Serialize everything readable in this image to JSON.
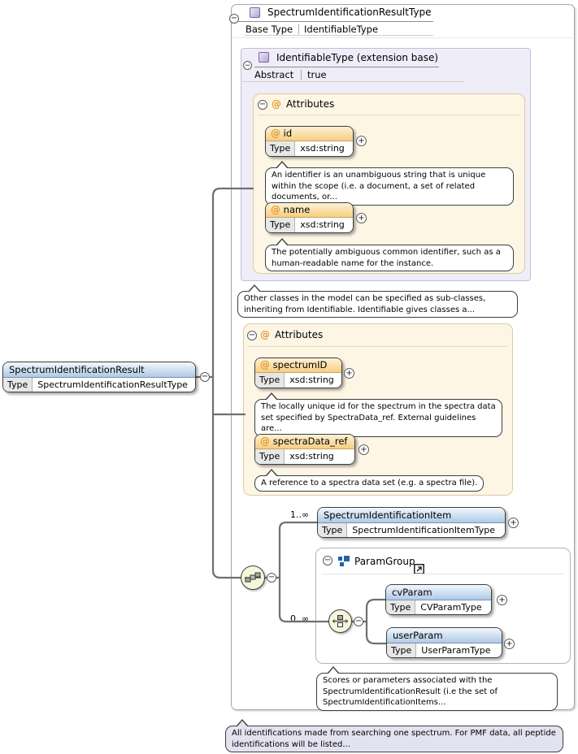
{
  "icons": {
    "collapse_glyph": "−",
    "expand_glyph": "+",
    "at_glyph": "@",
    "external_link_glyph": "↗"
  },
  "root_element": {
    "name": "SpectrumIdentificationResult",
    "type_label": "Type",
    "type_value": "SpectrumIdentificationResultType"
  },
  "result_type_box": {
    "title": "SpectrumIdentificationResultType",
    "meta_label": "Base Type",
    "meta_value": "IdentifiableType",
    "doc": "All identifications made from searching one spectrum. For PMF data, all peptide identifications will be listed..."
  },
  "identifiable_box": {
    "title": "IdentifiableType (extension base)",
    "meta_label": "Abstract",
    "meta_value": "true",
    "doc": "Other classes in the model can be specified as sub-classes, inheriting from Identifiable. Identifiable gives classes a...",
    "attributes_section": {
      "title": "Attributes",
      "attributes": [
        {
          "name": "id",
          "type_label": "Type",
          "type_value": "xsd:string",
          "doc": "An identifier is an unambiguous string that is unique within the scope (i.e. a document, a set of related documents, or..."
        },
        {
          "name": "name",
          "type_label": "Type",
          "type_value": "xsd:string",
          "doc": "The potentially ambiguous common identifier, such as a human-readable name for the instance."
        }
      ]
    }
  },
  "own_attributes_section": {
    "title": "Attributes",
    "attributes": [
      {
        "name": "spectrumID",
        "type_label": "Type",
        "type_value": "xsd:string",
        "doc": "The locally unique id for the spectrum in the spectra data set specified by SpectraData_ref. External guidelines are..."
      },
      {
        "name": "spectraData_ref",
        "type_label": "Type",
        "type_value": "xsd:string",
        "doc": "A reference to a spectra data set (e.g. a spectra file)."
      }
    ]
  },
  "content_model": {
    "spectrum_identification_item": {
      "cardinality": "1..∞",
      "name": "SpectrumIdentificationItem",
      "type_label": "Type",
      "type_value": "SpectrumIdentificationItemType"
    },
    "param_group": {
      "cardinality": "0..∞",
      "title": "ParamGroup",
      "doc": "Scores or parameters associated with the SpectrumIdentificationResult (i.e the set of SpectrumIdentificationItems...",
      "children": [
        {
          "name": "cvParam",
          "type_label": "Type",
          "type_value": "CVParamType"
        },
        {
          "name": "userParam",
          "type_label": "Type",
          "type_value": "UserParamType"
        }
      ]
    }
  },
  "colors": {
    "element_header_top": "#f3f8fd",
    "element_header_bottom": "#aec9e6",
    "attribute_header_top": "#fdf2d7",
    "attribute_header_bottom": "#f7cd81",
    "attributes_panel_bg": "#fdf6e5",
    "identifiable_panel_bg": "#efedf7",
    "annotation_alt_bg": "#e3e2f0",
    "wire": "#6f6f6f"
  }
}
